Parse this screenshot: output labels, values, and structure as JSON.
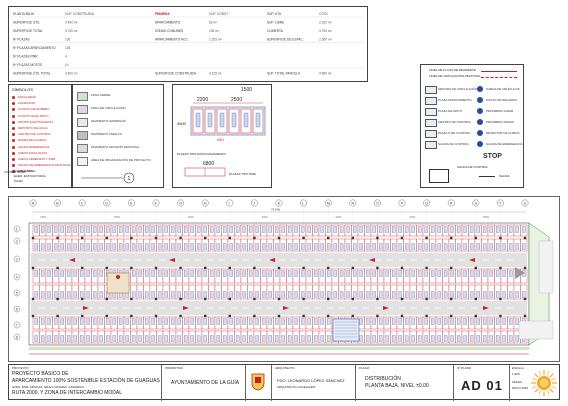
{
  "colors": {
    "red": "#c0242b",
    "blue": "#2a4a9e",
    "green": "#3c8b3c",
    "cyan": "#1aa3c9",
    "gray": "#9a9a9a",
    "lightgray": "#e4e4e4"
  },
  "data_table": {
    "highlight_label": "PRIMERA",
    "rows": [
      [
        "PLANTA BAJA",
        "SUP. CONSTRUIDA",
        "PRIMERA",
        "SUP. CONST.",
        "SUP. UTIL",
        "COTA"
      ],
      [
        "SUPERFICIE ÚTIL",
        "2.460 m²",
        "APARCAMIENTO",
        "83 m²",
        "SUP. LIBRE",
        "2.320 m²"
      ],
      [
        "SUPERFICIE TOTAL",
        "3.750 m²",
        "ZONAS COMUNES",
        "135 m²",
        "CUBIERTA",
        "3.750 m²"
      ],
      [
        "Nº PLAZAS",
        "130",
        "APARCAMIENTO ACC.",
        "1.625 m²",
        "SUPERFICIE DE ESTAC.",
        "2.560 m²"
      ],
      [
        "Nº PLAZAS APARCAMIENTO",
        "126",
        "",
        "",
        "",
        ""
      ],
      [
        "Nº PLAZAS PMR",
        "4",
        "",
        "",
        "",
        ""
      ],
      [
        "Nº PLAZAS MOTOS",
        "10",
        "",
        "",
        "",
        ""
      ],
      [
        "SUPERFICIE ÚTIL TOTAL",
        "3.400 m²",
        "SUPERFICIE CONSTRUIDA",
        "4.215 m²",
        "SUP. TOTAL PARCELA",
        "4.980 m²"
      ]
    ]
  },
  "legend_left": {
    "title": "SÍMBOLOS",
    "items": [
      "ESCALERAS",
      "ASCENSOR",
      "CUARTO DE BOMBEO",
      "CUARTO ELÉCTRICO",
      "GRUPO ELECTRÓGENO",
      "DEPÓSITO DE AGUA",
      "CENTRO DE CONTROL",
      "RAMPA DE ACCESO",
      "SALIDA EMERGENCIA",
      "ASEOS MASCULINO",
      "ASEOS FEMENINO Y PMR",
      "SALIDA DE EMERGENCIA PEATONAL",
      "ARMARIO"
    ],
    "note_1": "CÓDIGO NIVEL",
    "note_2": "ELEM. ESTRUCTURAL",
    "note_3": "PILAR",
    "circle_label": "1"
  },
  "legend_mid": {
    "items": [
      "ZONA VERDE",
      "ZONA DE CIRCULACIÓN",
      "PAVIMENTO HORMIGÓN",
      "PAVIMENTO ASFALTO",
      "PAVIMENTO ADOQUÍN PEATONAL",
      "ÁREA DE ORGANIZACIÓN DE PROYECTO"
    ]
  },
  "detail": {
    "dim_top": "1500",
    "dim_a": "2200",
    "dim_b": "2500",
    "dim_c": "450",
    "dim_left": "4500",
    "dim_bottom": "6800",
    "caption_1": "PLAZAS TIPO ESTACIONAMIENTO",
    "caption_2": "PLAZAS TIPO PMR"
  },
  "legend_right": {
    "line_1": "LÍNEA DE FLUJO DE PENDIENTE",
    "line_2": "LÍNEA DE CIRCULACIÓN PEATONAL",
    "left_items": [
      "SENTIDO DE CIRCULACIÓN",
      "PLAZA APARCAMIENTO",
      "PLAZA DE MOTO",
      "CENTRO DE CONTROL",
      "PASILLO DE CONTROL",
      "SALIDA DE CONTROL"
    ],
    "right_items": [
      "CARGA DE VEHÍCULOS",
      "PUNTO DE RECARGA",
      "PROHIBIDO GIRAR",
      "PROHIBIDO PARAR",
      "DETECTOR DE HUMOS",
      "SALIDA DE EMERGENCIA"
    ],
    "stop_label": "STOP",
    "bottom_left": "SALIDA DE CONTROL",
    "bottom_right": "SALIDA"
  },
  "plan": {
    "top_axes": [
      "A",
      "B",
      "C",
      "D",
      "E",
      "F",
      "G",
      "H",
      "I",
      "J",
      "K",
      "L",
      "M",
      "N",
      "O",
      "P",
      "Q",
      "R",
      "S",
      "T",
      "U"
    ],
    "side_axes": [
      "1",
      "2",
      "3",
      "4",
      "5",
      "6",
      "7",
      "8"
    ],
    "total_dim": "76.800",
    "span_dim": "5000"
  },
  "title_block": {
    "project_label": "PROYECTO",
    "project_1": "PROYECTO BÁSICO DE",
    "project_2": "APARCAMIENTO 100% SOSTENIBLE ESTACIÓN DE GUAGUAS",
    "project_3": "RUTA 2000. Y ZONA DE INTERCAMBIO MODAL",
    "location": "AVDA. 2000, ARUCAS. GRAN CANARIA. CANARIAS",
    "promoter_label": "PROMOTOR",
    "promoter": "AYUNTAMIENTO DE LA GUÍA",
    "author_label": "ARQUITECTO",
    "author": "FDO. LEONARDO LÓPEZ SÁNCHEZ",
    "author_sub": "ARQUITECTO COLEGIADO",
    "plan_label": "PLANO",
    "plan_1": "DISTRIBUCIÓN",
    "plan_2": "PLANTA BAJA, NIVEL ±0.00",
    "code_label": "Nº PLANO",
    "code": "AD 01",
    "scale_label": "ESCALA",
    "scale": "1:300",
    "date_label": "FECHA",
    "date": "MAYO 2022"
  }
}
